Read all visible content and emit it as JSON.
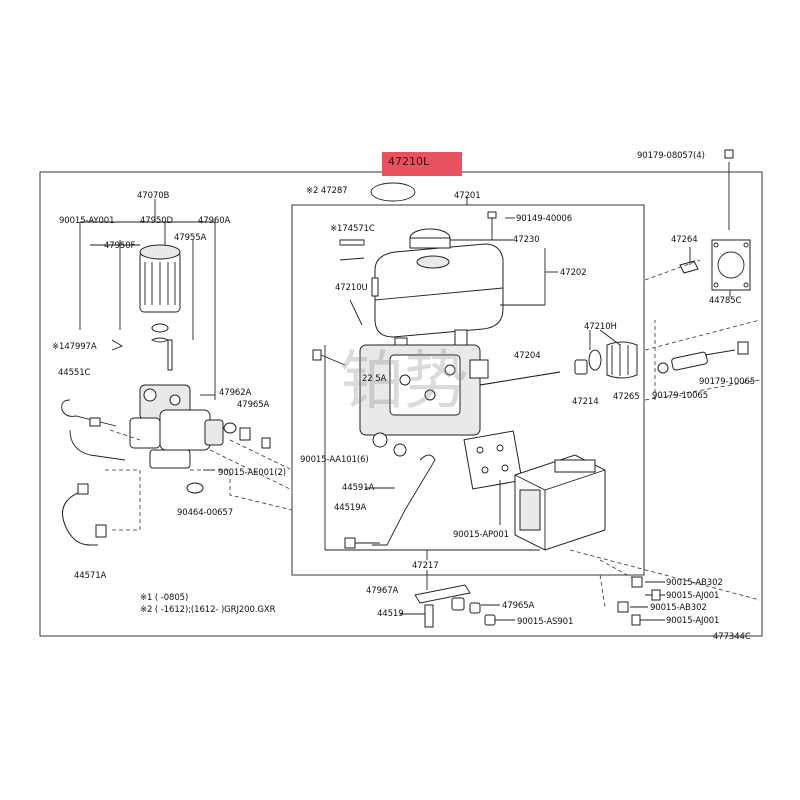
{
  "highlight": {
    "label": "47210L",
    "color": "#e8525f"
  },
  "labels": {
    "p47070B": "47070B",
    "p47201": "47201",
    "p47287": "※2 47287",
    "p90179_08057": "90179-08057(4)",
    "p90015_AY001": "90015-AY001",
    "p47950D": "47950D",
    "p47960A": "47960A",
    "p47950F": "47950F",
    "p47955A": "47955A",
    "p74571C": "※174571C",
    "p90149_40006": "90149-40006",
    "p47230": "47230",
    "p47264": "47264",
    "p47202": "47202",
    "p44785C": "44785C",
    "p47210U": "47210U",
    "p47997A": "※147997A",
    "p47210H": "47210H",
    "p44551C": "44551C",
    "p47204": "47204",
    "p47962A": "47962A",
    "p47965A": "47965A",
    "p47214": "47214",
    "p47265": "47265",
    "p90179_10065a": "90179-10065",
    "p90179_10065b": "90179-10065",
    "p90015_AE001": "90015-AE001(2)",
    "p90015_AA101": "90015-AA101(6)",
    "p44591A": "44591A",
    "p90464_00657": "90464-00657",
    "p44519A": "44519A",
    "p90015_AP001": "90015-AP001",
    "p44571A": "44571A",
    "p47217": "47217",
    "p90015_AB302a": "90015-AB302",
    "p47967A": "47967A",
    "p90015_AJ001a": "90015-AJ001",
    "p90015_AB302b": "90015-AB302",
    "p47965A_b": "47965A",
    "p44519": "44519",
    "p90015_AS901": "90015-AS901",
    "p90015_AJ001b": "90015-AJ001",
    "p477344C": "477344C",
    "p2215A": "22 5A"
  },
  "notes": {
    "note1": "※1 (     -0805)",
    "note2": "※2 (     -1612);(1612-     )GRJ200.GXR"
  },
  "watermark": "铂势"
}
